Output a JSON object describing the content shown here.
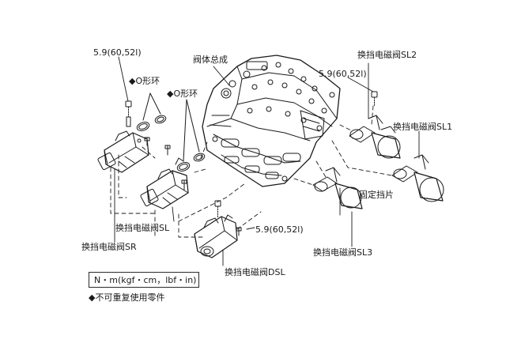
{
  "labels": {
    "torque_sr": "5.9(60,52l)",
    "torque_sl2": "5.9(60,52l)",
    "torque_dsl": "5.9(60,52l)",
    "valve_body_assembly": "阀体总成",
    "o_ring_1": "◆O形环",
    "o_ring_2": "◆O形环",
    "solenoid_sl2": "换挡电磁阀SL2",
    "solenoid_sl1": "换挡电磁阀SL1",
    "fixing_plate": "固定挡片",
    "solenoid_sl": "换挡电磁阀SL",
    "solenoid_sr": "换挡电磁阀SR",
    "solenoid_sl3": "换挡电磁阀SL3",
    "solenoid_dsl": "换挡电磁阀DSL"
  },
  "legend": {
    "torque_unit": "N・m(kgf・cm，lbf・in)",
    "non_reusable_note": "◆不可重复使用零件"
  },
  "colors": {
    "line": "#1a1a1a",
    "background": "#ffffff"
  }
}
